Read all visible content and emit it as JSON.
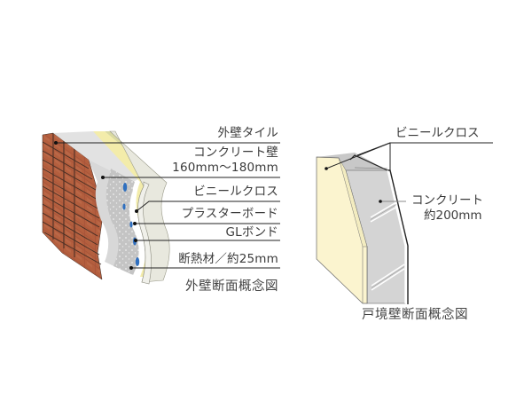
{
  "exterior_wall": {
    "labels": [
      {
        "text": "外壁タイル"
      },
      {
        "text": "コンクリート壁"
      },
      {
        "text": "160mm～180mm"
      },
      {
        "text": "ビニールクロス"
      },
      {
        "text": "プラスターボード"
      },
      {
        "text": "GLボンド"
      },
      {
        "text": "断熱材／約25mm"
      }
    ],
    "caption": "外壁断面概念図"
  },
  "party_wall": {
    "labels": [
      {
        "text": "ビニールクロス"
      },
      {
        "text": "コンクリート"
      },
      {
        "text": "約200mm"
      }
    ],
    "caption": "戸境壁断面概念図"
  },
  "colors": {
    "tile": "#a8543a",
    "tile_mortar": "#3b2a22",
    "concrete": "#c9c9c9",
    "concrete_dots": "#e8e8e8",
    "insulation": "#f3ecaa",
    "gl_bond": "#2f6fbf",
    "plasterboard": "#e6e6dc",
    "party_face": "#fbf4cf",
    "party_concrete": "#d2d2d2",
    "leader_line": "#222222"
  }
}
